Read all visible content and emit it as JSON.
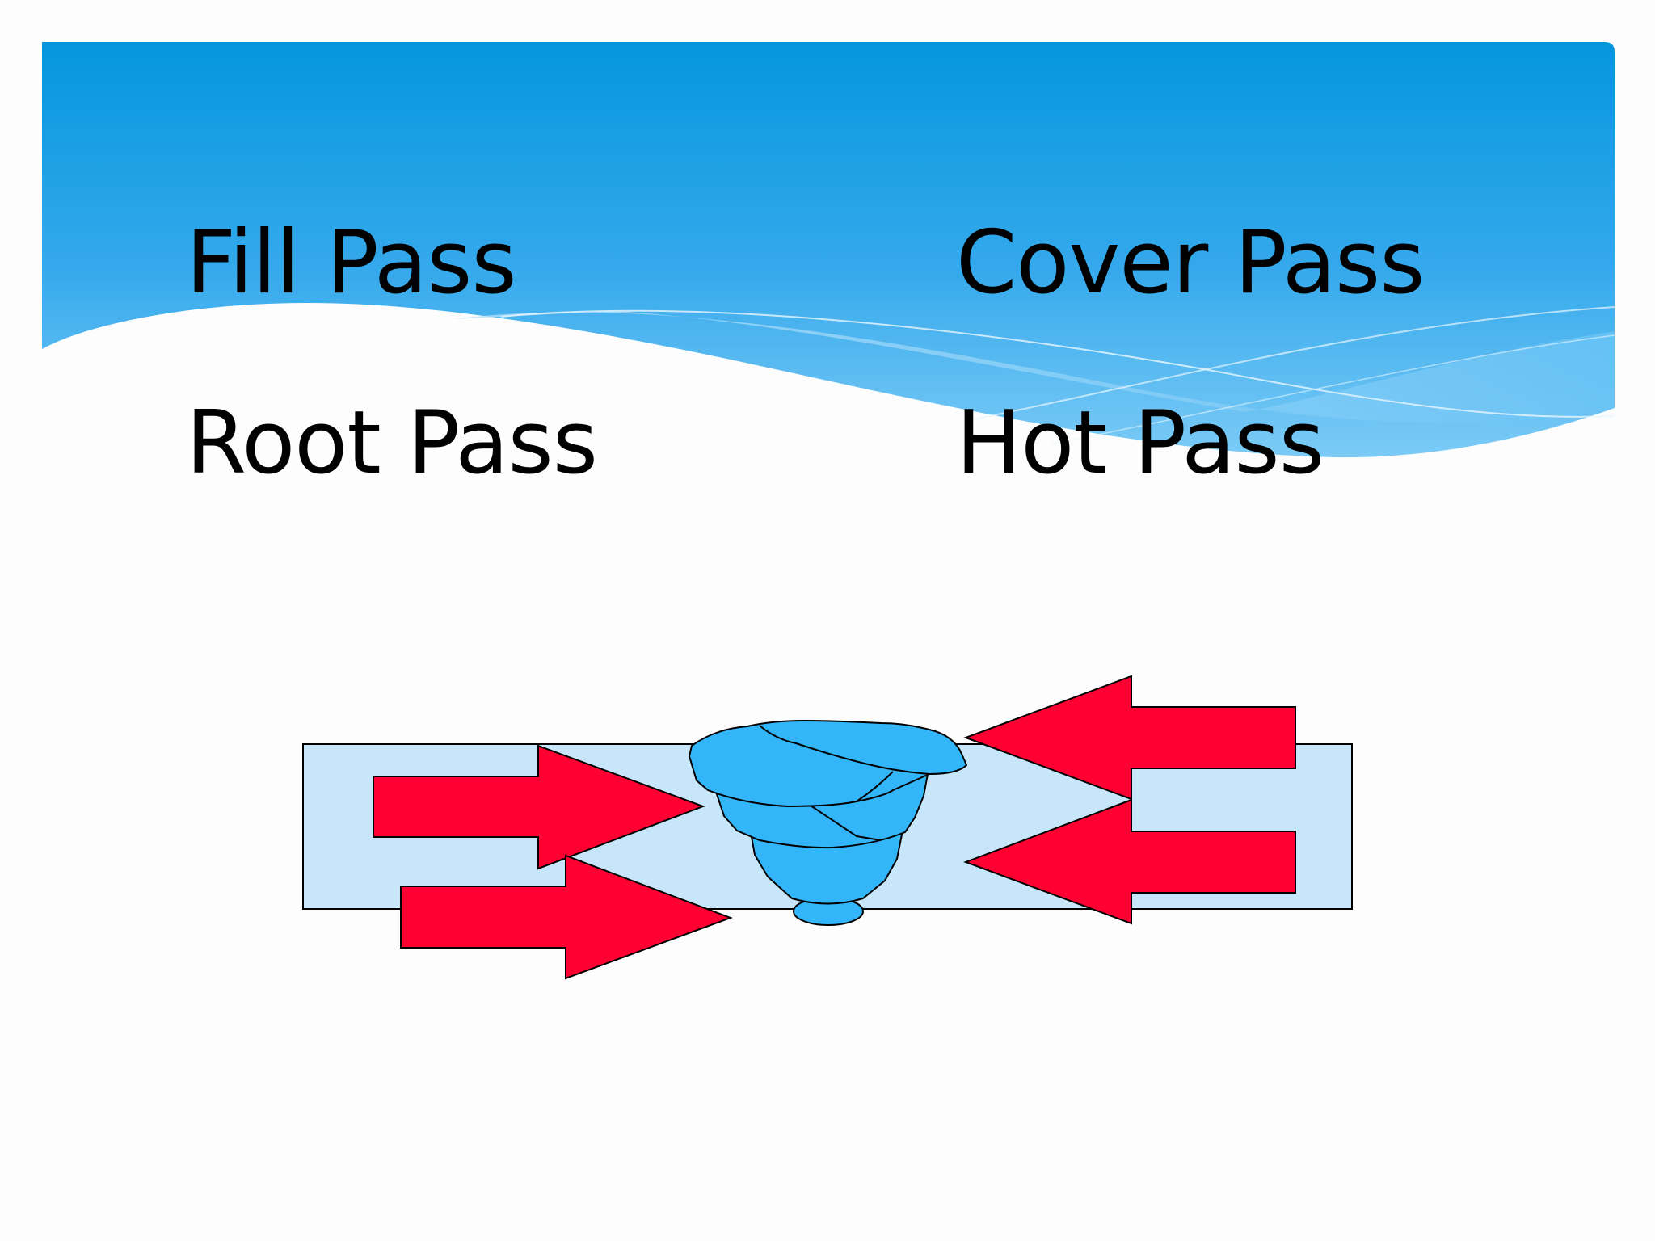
{
  "slide": {
    "labels": {
      "fill_pass": "Fill Pass",
      "cover_pass": "Cover Pass",
      "root_pass": "Root Pass",
      "hot_pass": "Hot Pass"
    }
  },
  "colors": {
    "header_top": "#0496dd",
    "header_bottom": "#5cc0f4",
    "pipe_fill": "#c7e6fa",
    "arrow_fill": "#ff0033",
    "weld_fill": "#33b5fa",
    "outline": "#000000",
    "text": "#000000"
  }
}
